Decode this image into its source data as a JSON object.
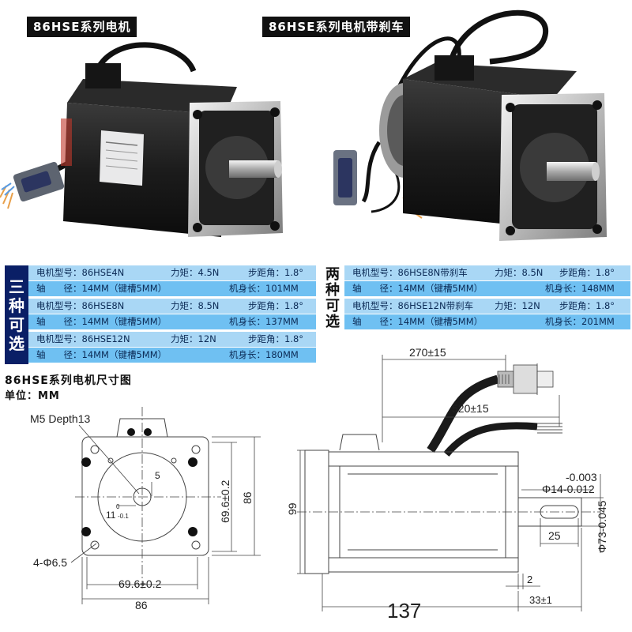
{
  "header": {
    "left_title": "86HSE系列电机",
    "right_title": "86HSE系列电机带刹车"
  },
  "left_group": {
    "label_chars": [
      "三",
      "种",
      "可",
      "选"
    ],
    "rows": [
      {
        "model_label": "电机型号：",
        "model": "86HSE4N",
        "torque_label": "力矩：",
        "torque": "4.5N",
        "step_label": "步距角：",
        "step": "1.8°",
        "shaft_label": "轴　　径：",
        "shaft": "14MM（键槽5MM）",
        "length_label": "机身长：",
        "length": "101MM"
      },
      {
        "model_label": "电机型号：",
        "model": "86HSE8N",
        "torque_label": "力矩：",
        "torque": "8.5N",
        "step_label": "步距角：",
        "step": "1.8°",
        "shaft_label": "轴　　径：",
        "shaft": "14MM（键槽5MM）",
        "length_label": "机身长：",
        "length": "137MM"
      },
      {
        "model_label": "电机型号：",
        "model": "86HSE12N",
        "torque_label": "力矩：",
        "torque": "12N",
        "step_label": "步距角：",
        "step": "1.8°",
        "shaft_label": "轴　　径：",
        "shaft": "14MM（键槽5MM）",
        "length_label": "机身长：",
        "length": "180MM"
      }
    ]
  },
  "right_group": {
    "label_chars": [
      "两",
      "种",
      "可",
      "选"
    ],
    "rows": [
      {
        "model_label": "电机型号：",
        "model": "86HSE8N带刹车",
        "torque_label": "力矩：",
        "torque": "8.5N",
        "step_label": "步距角：",
        "step": "1.8°",
        "shaft_label": "轴　　径：",
        "shaft": "14MM（键槽5MM）",
        "length_label": "机身长：",
        "length": "148MM"
      },
      {
        "model_label": "电机型号：",
        "model": "86HSE12N带刹车",
        "torque_label": "力矩：",
        "torque": "12N",
        "step_label": "步距角：",
        "step": "1.8°",
        "shaft_label": "轴　　径：",
        "shaft": "14MM（键槽5MM）",
        "length_label": "机身长：",
        "length": "201MM"
      }
    ]
  },
  "drawing": {
    "title": "86HSE系列电机尺寸图",
    "unit": "单位：MM",
    "front": {
      "screw": "M5 Depth13",
      "key_depth": "5",
      "key_zero": "0",
      "key_width": "11",
      "key_tol": "-0.1",
      "hole_pitch_v": "69.6±0.2",
      "height": "86",
      "holes": "4-Φ6.5",
      "hole_pitch_h": "69.6±0.2",
      "width": "86"
    },
    "side": {
      "cable1": "270±15",
      "cable2": "520±15",
      "flange_height": "99",
      "shaft_dia": "Φ14",
      "shaft_tol_upper": "-0.003",
      "shaft_tol_lower": "-0.012",
      "pilot_dia": "Φ73-0.045",
      "key_length": "25",
      "flange_thickness": "2",
      "shaft_length": "33±1",
      "body_length": "137"
    }
  },
  "colors": {
    "badge": "#111111",
    "navy": "#0a1f66",
    "row_light": "#a9d7f5",
    "row_mid": "#6fc0f2",
    "spec_text": "#0b2a55"
  }
}
